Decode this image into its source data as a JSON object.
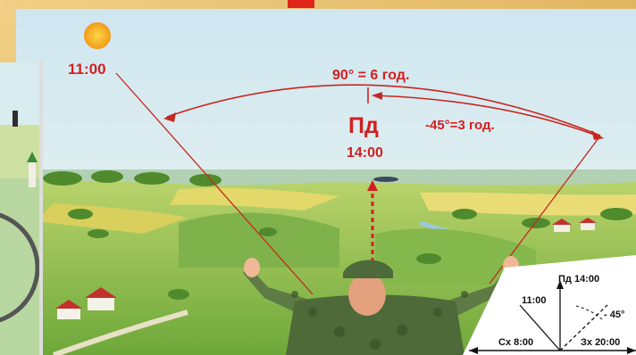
{
  "labels": {
    "sun_time": "11:00",
    "arc_big": "90° = 6 год.",
    "arc_small": "-45°=3 год.",
    "south": "Пд",
    "south_time": "14:00"
  },
  "inset": {
    "south": "Пд 14:00",
    "sun_time": "11:00",
    "angle": "- 45°",
    "east": "Сх 8:00",
    "west": "Зх 20:00"
  },
  "colors": {
    "annotation": "#d21f1f",
    "sky": "#dbeef3",
    "field": "#8fc147",
    "frame": "#e7c276"
  }
}
